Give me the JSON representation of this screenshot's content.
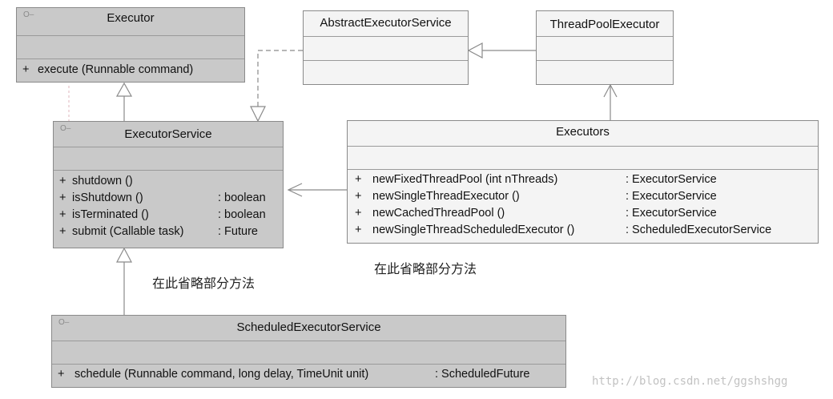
{
  "classes": {
    "executor": {
      "name": "Executor",
      "operations": [
        {
          "vis": "+",
          "name": "execute (Runnable command)",
          "ret": ""
        }
      ]
    },
    "abstract_executor_service": {
      "name": "AbstractExecutorService",
      "operations": []
    },
    "thread_pool_executor": {
      "name": "ThreadPoolExecutor",
      "operations": []
    },
    "executor_service": {
      "name": "ExecutorService",
      "operations": [
        {
          "vis": "+",
          "name": "shutdown ()",
          "ret": ""
        },
        {
          "vis": "+",
          "name": "isShutdown ()",
          "ret": ": boolean"
        },
        {
          "vis": "+",
          "name": "isTerminated ()",
          "ret": ": boolean"
        },
        {
          "vis": "+",
          "name": "submit (Callable task)",
          "ret": ": Future"
        }
      ]
    },
    "executors": {
      "name": "Executors",
      "operations": [
        {
          "vis": "+",
          "name": "newFixedThreadPool (int nThreads)",
          "ret": ": ExecutorService"
        },
        {
          "vis": "+",
          "name": "newSingleThreadExecutor ()",
          "ret": ": ExecutorService"
        },
        {
          "vis": "+",
          "name": "newCachedThreadPool ()",
          "ret": ": ExecutorService"
        },
        {
          "vis": "+",
          "name": "newSingleThreadScheduledExecutor ()",
          "ret": ": ScheduledExecutorService"
        }
      ]
    },
    "scheduled_executor_service": {
      "name": "ScheduledExecutorService",
      "operations": [
        {
          "vis": "+",
          "name": "schedule (Runnable command, long delay, TimeUnit unit)",
          "ret": ": ScheduledFuture"
        }
      ]
    }
  },
  "notes": {
    "executor_service_note": "在此省略部分方法",
    "executors_note": "在此省略部分方法"
  },
  "watermark": "http://blog.csdn.net/ggshshgg",
  "icons": {
    "object_icon": "class-object-icon"
  }
}
